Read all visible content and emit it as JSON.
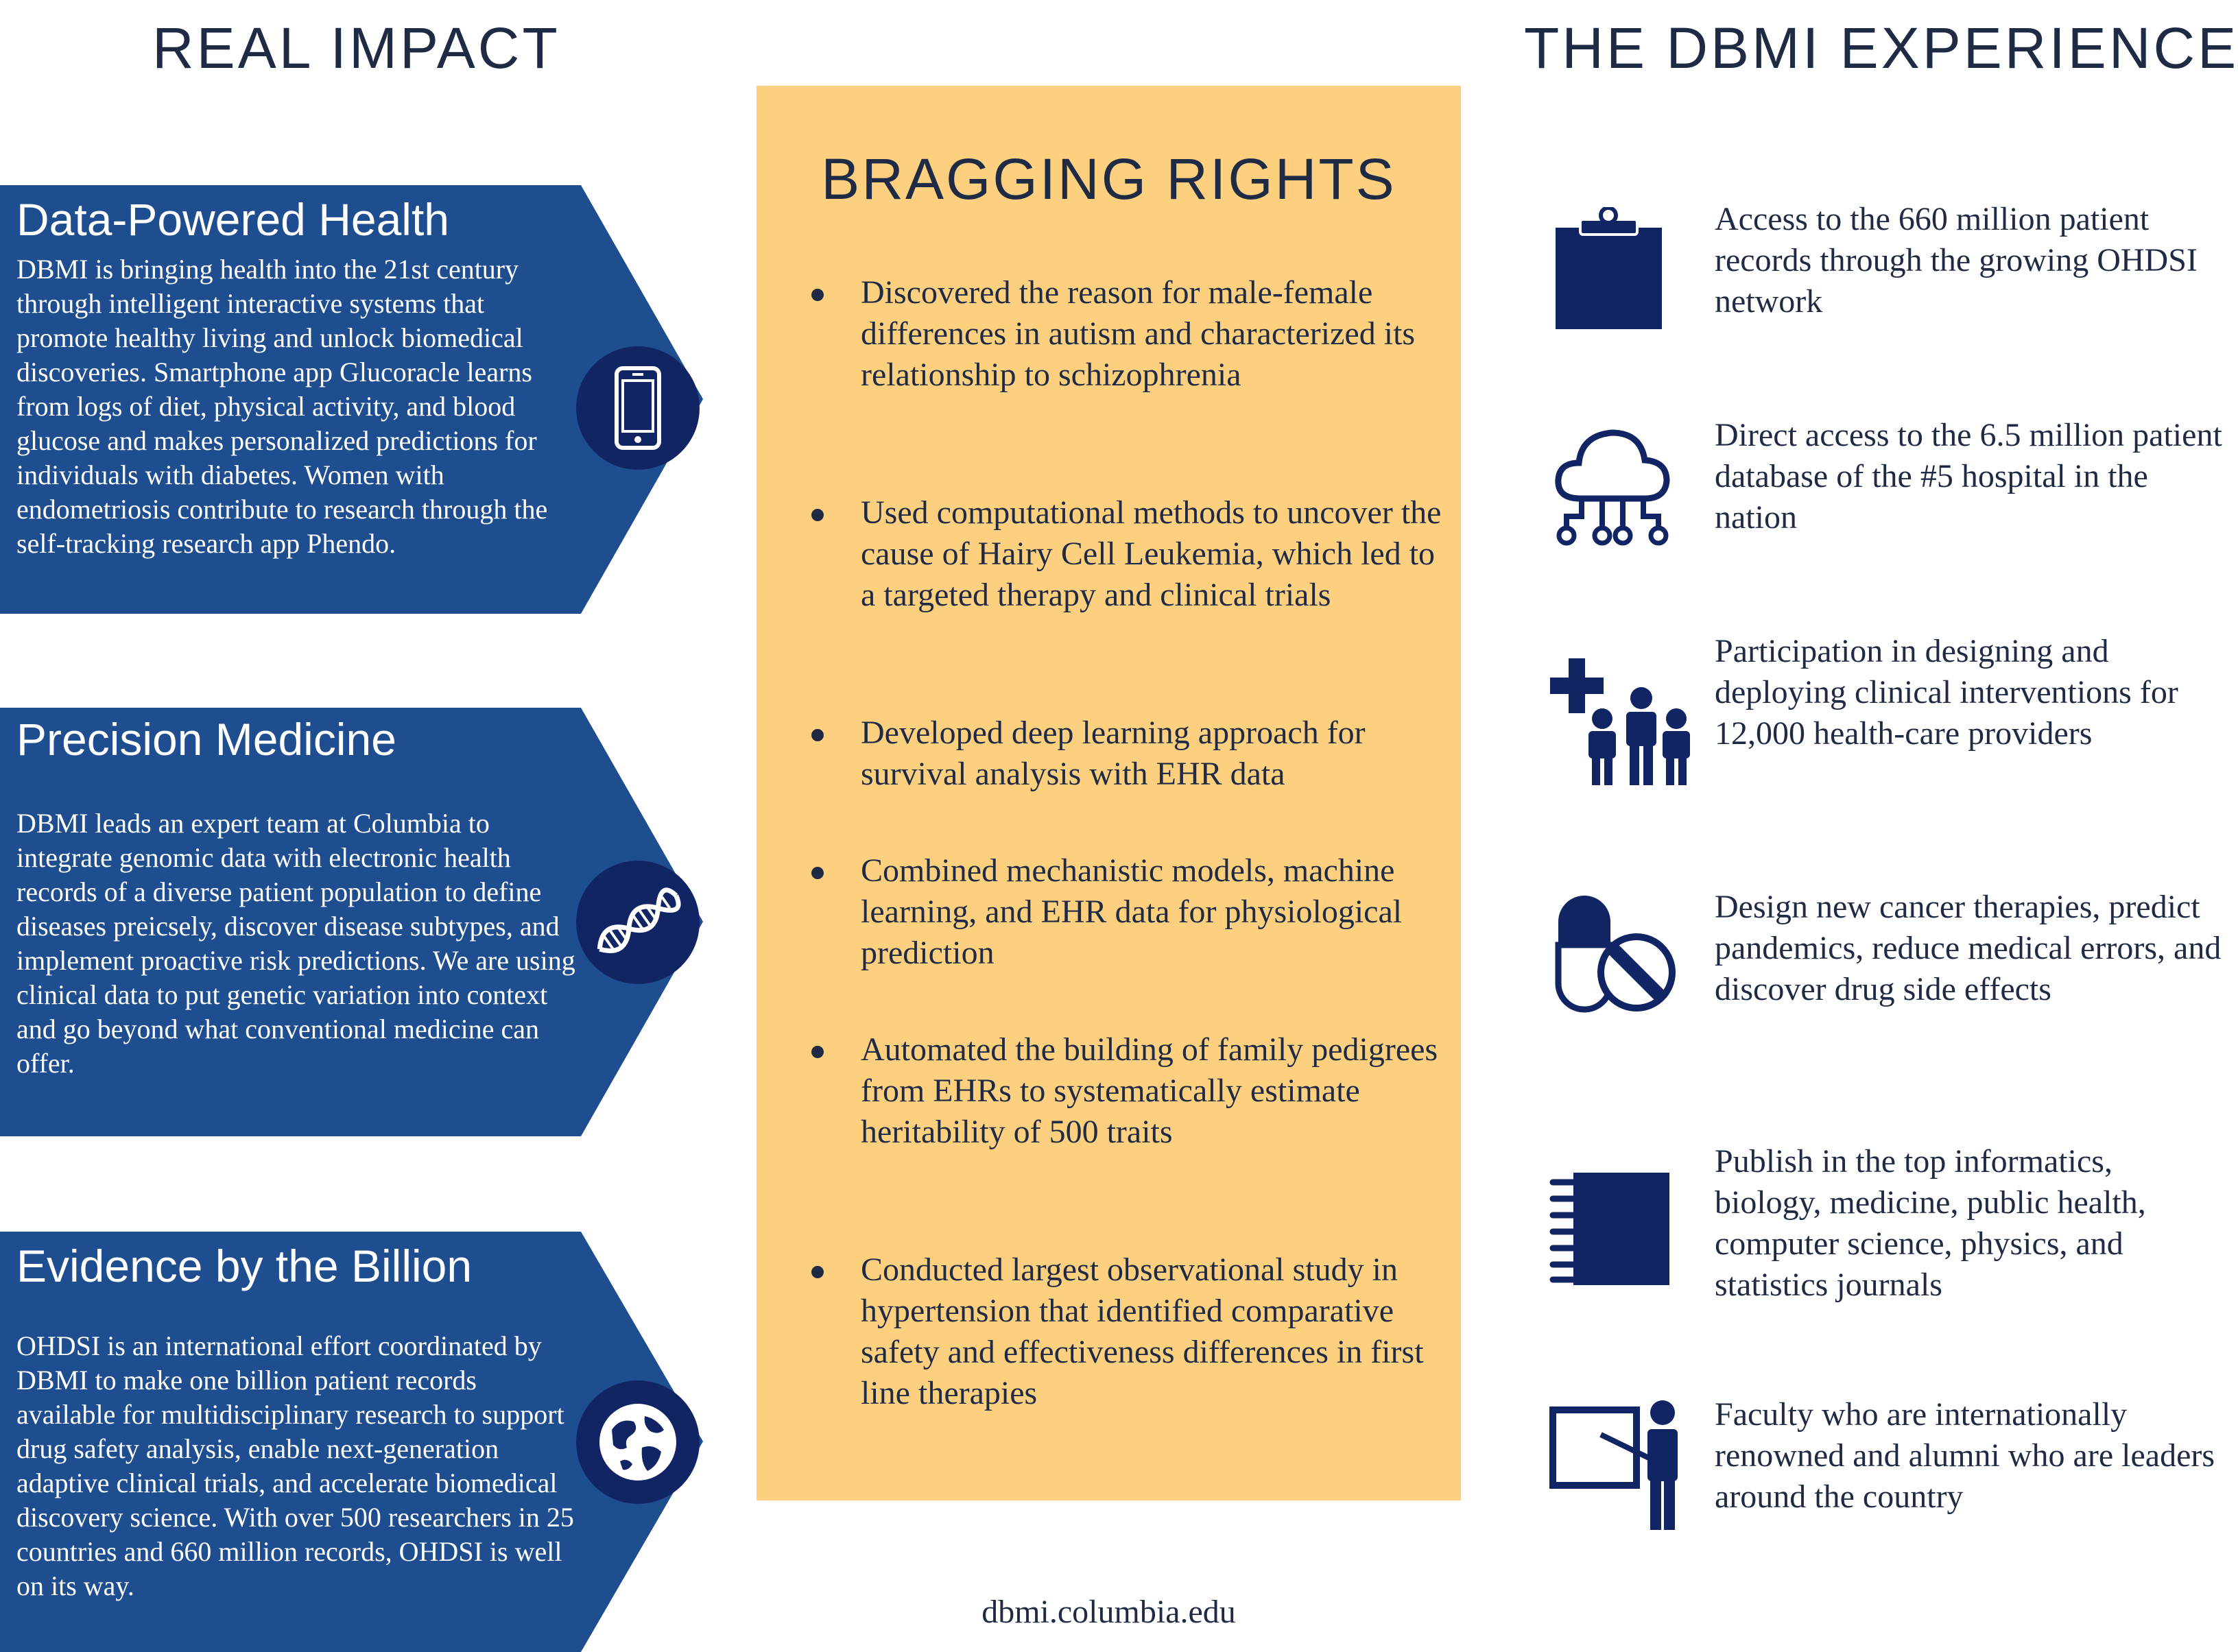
{
  "headings": {
    "left": "REAL IMPACT",
    "right": "THE DBMI EXPERIENCE"
  },
  "colors": {
    "card_blue": "#1e4e8f",
    "icon_navy": "#112464",
    "panel_yellow": "#fcd07f",
    "text_dark": "#1f2a44"
  },
  "impact_cards": [
    {
      "title": "Data-Powered Health",
      "body": "DBMI is bringing health into the 21st century through intelligent interactive systems that promote healthy living and unlock biomedical discoveries. Smartphone app Glucoracle learns from logs of diet, physical activity, and blood glucose and makes personalized predictions for individuals with diabetes. Women with endometriosis contribute to research through the self-tracking research app Phendo.",
      "icon": "smartphone-icon"
    },
    {
      "title": "Precision Medicine",
      "body": "DBMI leads an expert team at Columbia to integrate genomic data with electronic health records of a diverse patient population to define diseases preicsely, discover disease subtypes, and implement proactive risk predictions. We are using clinical data to put genetic variation into context and go beyond what conventional medicine can offer.",
      "icon": "dna-icon"
    },
    {
      "title": "Evidence by the Billion",
      "body": "OHDSI is an international effort coordinated by DBMI to make one billion patient records available for multidisciplinary research to support drug safety analysis, enable next-generation adaptive clinical trials, and accelerate biomedical discovery science. With over 500 researchers in 25 countries and 660 million records, OHDSI is well on its way.",
      "icon": "globe-icon"
    }
  ],
  "bragging_rights": {
    "title": "BRAGGING RIGHTS",
    "items": [
      "Discovered the reason for male-female differences in autism and characterized its relationship to schizophrenia",
      "Used computational methods to uncover the cause of Hairy Cell Leukemia, which led to a targeted therapy and clinical trials",
      "Developed deep learning approach for survival analysis with EHR data",
      "Combined mechanistic models, machine learning, and EHR data for physiological prediction",
      "Automated the building of family pedigrees from EHRs to systematically estimate heritability of 500 traits",
      "Conducted largest observational study in hypertension that identified comparative safety and effectiveness differences in first line therapies"
    ]
  },
  "experience": [
    {
      "icon": "clipboard-icon",
      "text": "Access to the 660 million patient records through the growing OHDSI network"
    },
    {
      "icon": "cloud-network-icon",
      "text": "Direct access to the 6.5 million patient database of the #5 hospital in the nation"
    },
    {
      "icon": "medical-team-icon",
      "text": "Participation in designing and deploying clinical interventions for 12,000 health-care providers"
    },
    {
      "icon": "pills-icon",
      "text": "Design new cancer therapies, predict pandemics, reduce medical errors, and discover drug side effects"
    },
    {
      "icon": "notebook-icon",
      "text": "Publish in the top informatics, biology, medicine, public health, computer science, physics, and statistics journals"
    },
    {
      "icon": "teacher-icon",
      "text": "Faculty who are internationally renowned and alumni who are leaders around the country"
    }
  ],
  "footer": {
    "url": "dbmi.columbia.edu"
  }
}
